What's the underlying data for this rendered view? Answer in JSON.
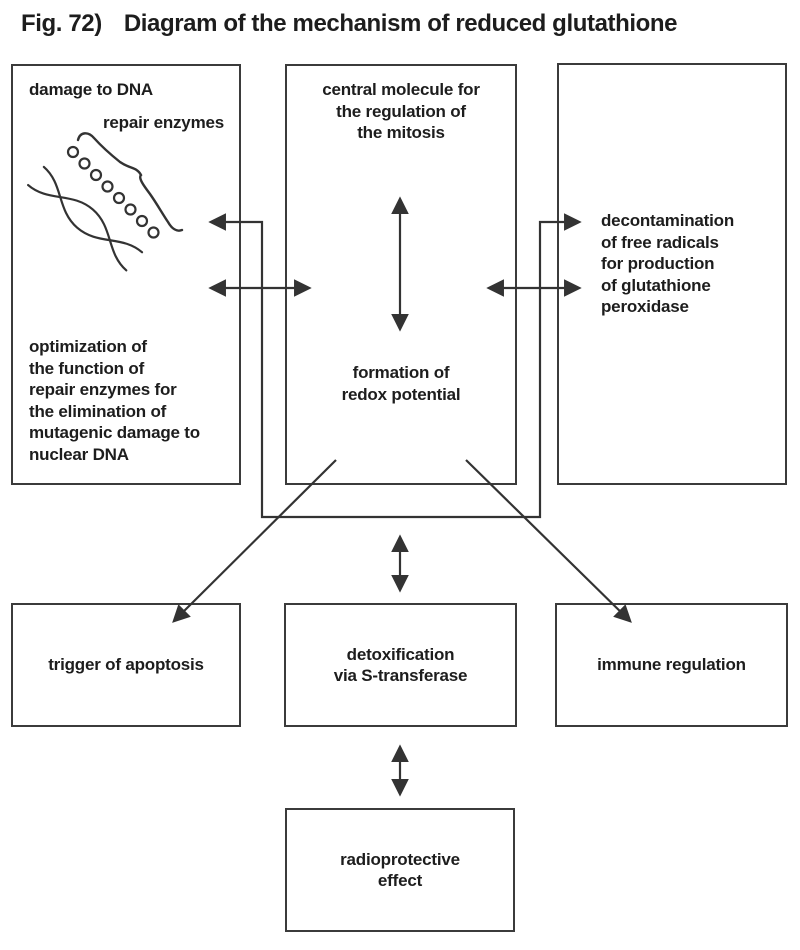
{
  "title": {
    "fig": "Fig. 72)",
    "text": "Diagram of the mechanism of reduced glutathione"
  },
  "nodes": {
    "damage": {
      "title": "damage to DNA",
      "annotation": "repair enzymes",
      "body": "optimization of\nthe function of\nrepair enzymes for\nthe elimination of\nmutagenic damage to\nnuclear DNA"
    },
    "central": {
      "title": "central molecule for\nthe regulation of\nthe mitosis",
      "body": "formation of\nredox potential"
    },
    "decontamination": {
      "body": "decontamination\nof free radicals\nfor production\nof glutathione\nperoxidase"
    },
    "apoptosis": {
      "body": "trigger of apoptosis"
    },
    "detoxification": {
      "body": "detoxification\nvia S-transferase"
    },
    "immune": {
      "body": "immune regulation"
    },
    "radioprotective": {
      "body": "radioprotective\neffect"
    }
  },
  "icons": [
    "dna-helix-icon",
    "enzyme-circles-icon",
    "repair-enzymes-brace-icon"
  ],
  "colors": {
    "ink": "#1d1d1d",
    "line": "#333333",
    "border": "#3b3b3b",
    "background": "#ffffff"
  }
}
